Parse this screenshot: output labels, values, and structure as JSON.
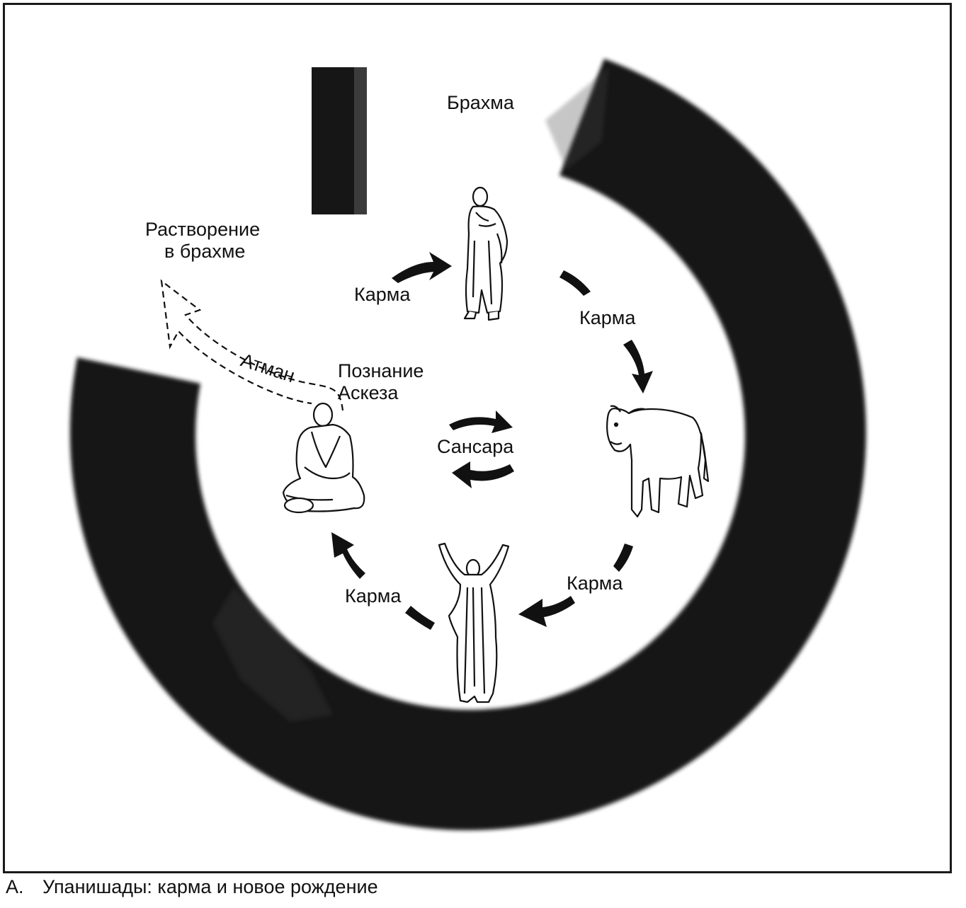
{
  "diagram": {
    "labels": {
      "brahma": "Брахма",
      "dissolution_line1": "Растворение",
      "dissolution_line2": "в брахме",
      "karma_top_left": "Карма",
      "karma_top_right": "Карма",
      "karma_bottom_right": "Карма",
      "karma_bottom_left": "Карма",
      "knowledge": "Познание",
      "asceticism": "Аскеза",
      "atman": "Атман",
      "samsara": "Сансара"
    },
    "figures": [
      "standing-monk-icon",
      "bull-icon",
      "raised-arms-figure-icon",
      "seated-ascetic-icon"
    ],
    "colors": {
      "ring": "#121212",
      "ink": "#111111",
      "paper": "#ffffff"
    }
  },
  "caption": {
    "letter": "A.",
    "text": "Упанишады: карма и новое рождение"
  }
}
